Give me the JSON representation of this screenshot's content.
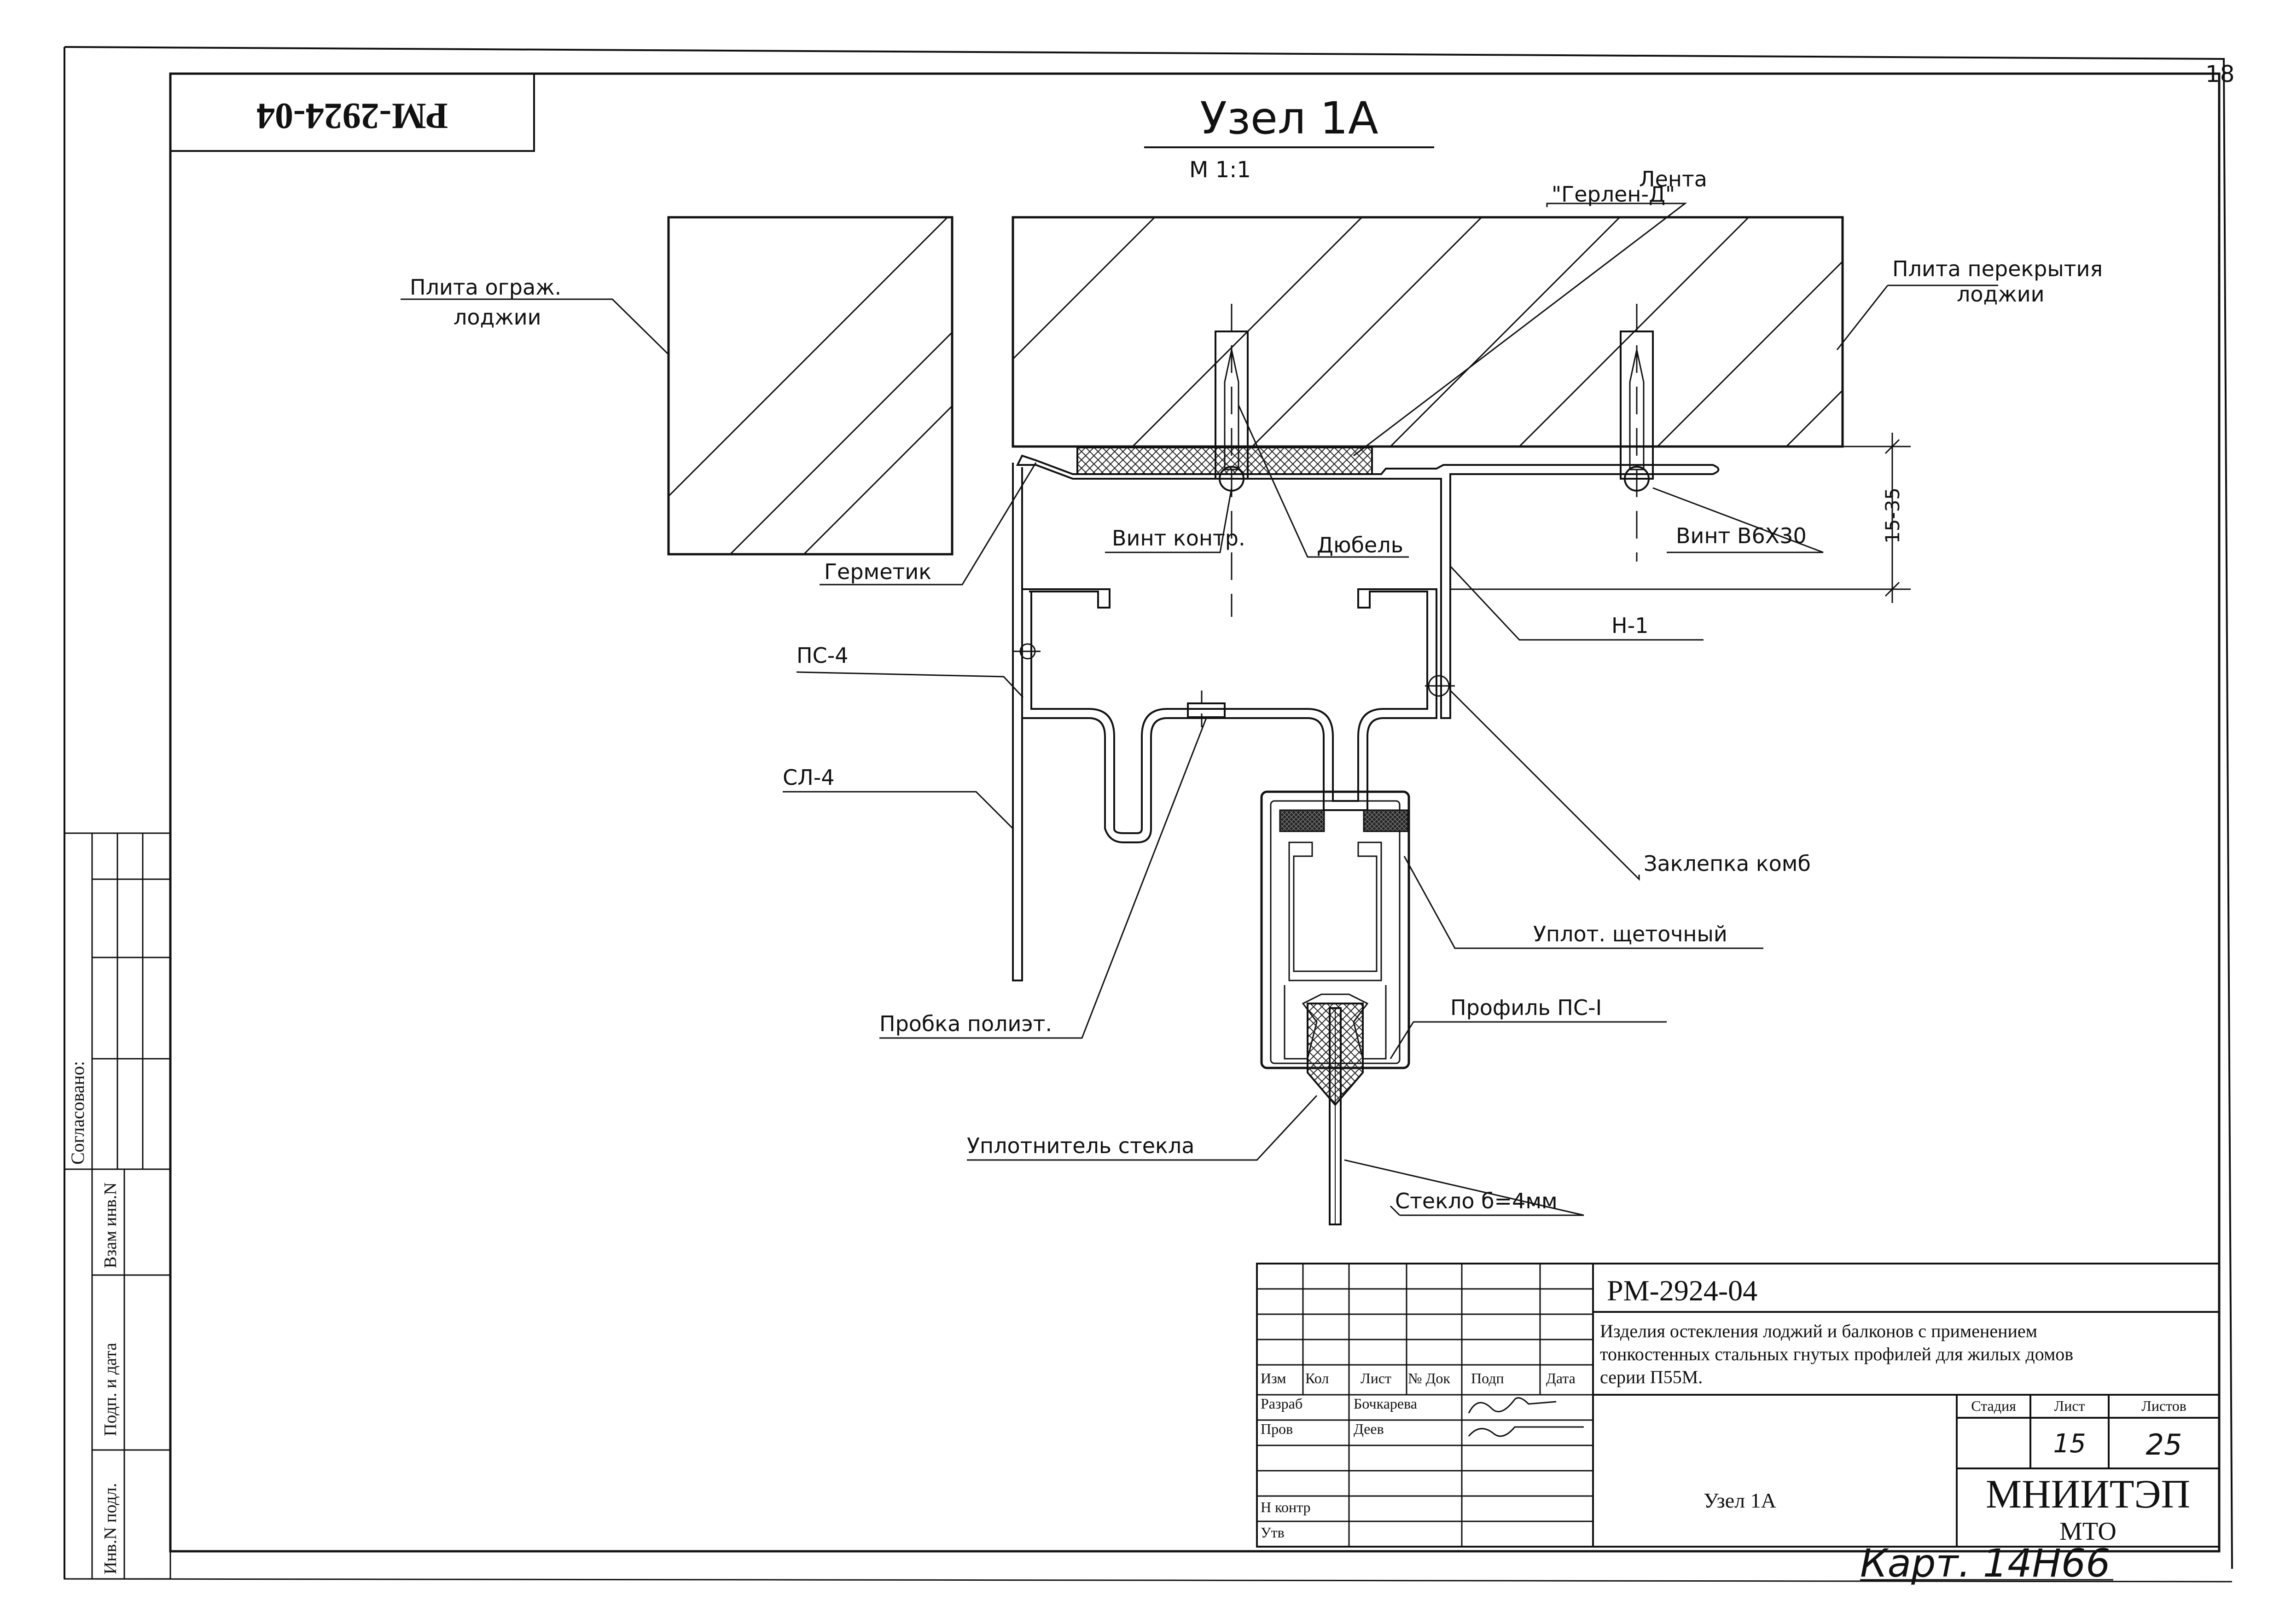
{
  "sheet_number": "18",
  "stamp_code": "РМ-2924-04",
  "title": "Узел 1А",
  "scale": "М 1:1",
  "callouts": {
    "lenta_1": "Лента",
    "lenta_2": "\"Герлен-Д\"",
    "plita_ograzh_1": "Плита ограж.",
    "plita_ograzh_2": "лоджии",
    "plita_perekr_1": "Плита перекрытия",
    "plita_perekr_2": "лоджии",
    "vint_kontr": "Винт контр.",
    "dyubel": "Дюбель",
    "vint_b6x30": "Винт В6Х30",
    "germetik": "Герметик",
    "ps4": "ПС-4",
    "n1": "Н-1",
    "sl4": "СЛ-4",
    "zaklepka": "Заклепка комб",
    "uplot_shch": "Уплот. щеточный",
    "probka": "Пробка полиэт.",
    "profil_ps1": "Профиль ПС-I",
    "uplotnitel": "Уплотнитель стекла",
    "steklo": "Стекло б=4мм"
  },
  "dimension": "15-35",
  "left_strip": {
    "soglasovano": "Согласовано:",
    "vzam": "Взам инв.N",
    "podp_data": "Подп. и дата",
    "inv_podl": "Инв.N подл."
  },
  "title_block": {
    "doc_code": "РМ-2924-04",
    "description": [
      "Изделия остекления лоджий и балконов с применением",
      "тонкостенных стальных гнутых профилей для жилых домов",
      "серии П55М."
    ],
    "headers": [
      "Изм",
      "Кол",
      "Лист",
      "№ Док",
      "Подп",
      "Дата"
    ],
    "rows": [
      {
        "role": "Разраб",
        "name": "Бочкарева"
      },
      {
        "role": "Пров",
        "name": "Деев"
      },
      {
        "role": "Н контр",
        "name": ""
      },
      {
        "role": "Утв",
        "name": ""
      }
    ],
    "sheet_title": "Узел 1А",
    "stage_label": "Стадия",
    "list_label": "Лист",
    "lists_label": "Листов",
    "list_value": "15",
    "lists_value": "25",
    "org_1": "МНИИТЭП",
    "org_2": "МТО"
  },
  "handwritten": "Карт. 14Н66"
}
